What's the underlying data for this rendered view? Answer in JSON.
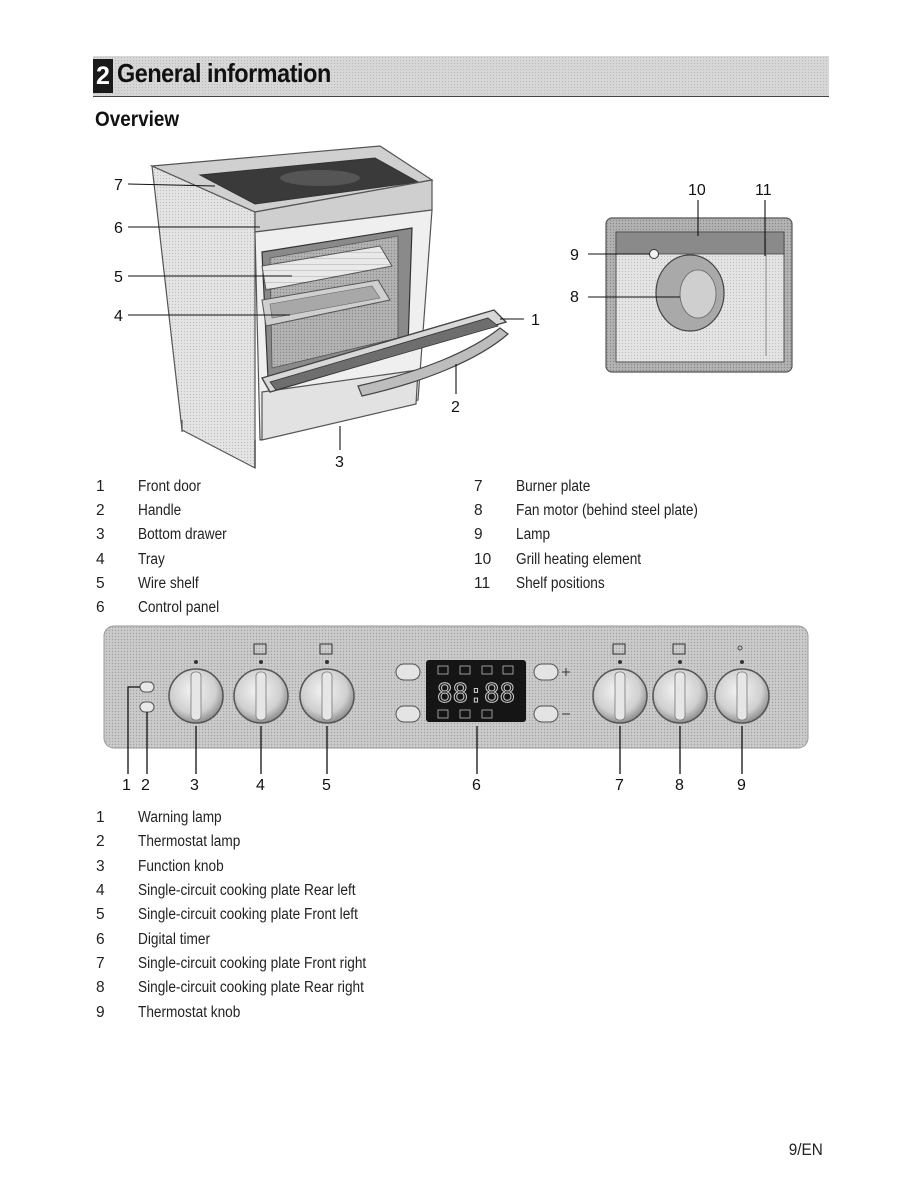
{
  "header": {
    "chapter_number": "2",
    "title": "General information"
  },
  "section": {
    "title": "Overview"
  },
  "oven_figure": {
    "callouts": [
      "1",
      "2",
      "3",
      "4",
      "5",
      "6",
      "7"
    ]
  },
  "cavity_figure": {
    "callouts": [
      "8",
      "9",
      "10",
      "11"
    ]
  },
  "parts_legend": [
    {
      "num": "1",
      "label": "Front door"
    },
    {
      "num": "2",
      "label": "Handle"
    },
    {
      "num": "3",
      "label": "Bottom drawer"
    },
    {
      "num": "4",
      "label": "Tray"
    },
    {
      "num": "5",
      "label": "Wire shelf"
    },
    {
      "num": "6",
      "label": "Control panel"
    },
    {
      "num": "7",
      "label": "Burner plate"
    },
    {
      "num": "8",
      "label": "Fan motor (behind steel plate)"
    },
    {
      "num": "9",
      "label": "Lamp"
    },
    {
      "num": "10",
      "label": "Grill heating element"
    },
    {
      "num": "11",
      "label": "Shelf positions"
    }
  ],
  "control_panel": {
    "display_digits": "88:88",
    "callouts": [
      "1",
      "2",
      "3",
      "4",
      "5",
      "6",
      "7",
      "8",
      "9"
    ]
  },
  "panel_legend": [
    {
      "num": "1",
      "label": "Warning lamp"
    },
    {
      "num": "2",
      "label": "Thermostat lamp"
    },
    {
      "num": "3",
      "label": "Function knob"
    },
    {
      "num": "4",
      "label": "Single-circuit cooking plate Rear left"
    },
    {
      "num": "5",
      "label": "Single-circuit cooking plate Front left"
    },
    {
      "num": "6",
      "label": "Digital timer"
    },
    {
      "num": "7",
      "label": "Single-circuit cooking plate Front right"
    },
    {
      "num": "8",
      "label": "Single-circuit cooking plate Rear right"
    },
    {
      "num": "9",
      "label": "Thermostat knob"
    }
  ],
  "footer": {
    "page_number": "9/EN"
  },
  "colors": {
    "header_bg": "#d7d7d7",
    "panel_bg": "#c8c8c8",
    "display_bg": "#151515"
  }
}
